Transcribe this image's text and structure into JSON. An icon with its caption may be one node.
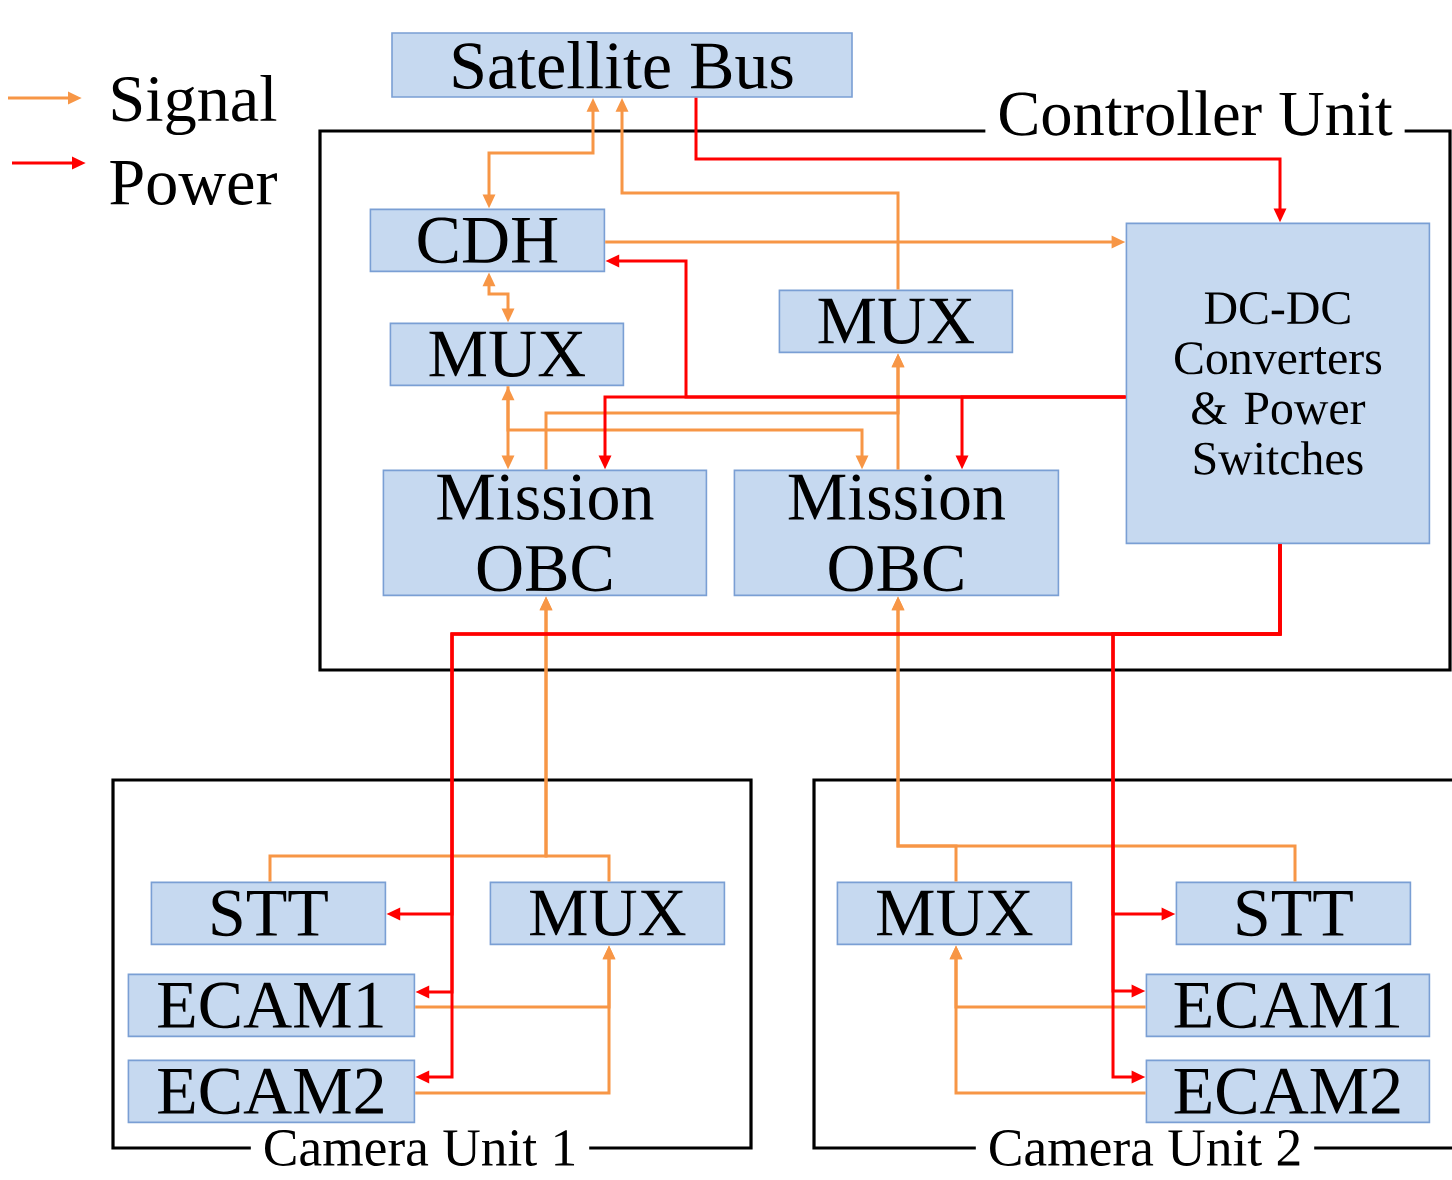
{
  "diagram": {
    "nodes": [
      {
        "text": [
          "Controller Unit"
        ]
      },
      {
        "text": [
          "Satellite Bus"
        ]
      },
      {
        "text": [
          "CDH"
        ],
        "in": 0
      },
      {
        "text": [
          "MUX"
        ],
        "in": 0
      },
      {
        "text": [
          "MUX"
        ],
        "in": 0
      },
      {
        "text": [
          "DC-DC Converters & Power Switches"
        ],
        "in": 0
      },
      {
        "text": [
          "Mission OBC"
        ],
        "in": 0
      },
      {
        "text": [
          "Mission OBC"
        ],
        "in": 0
      },
      {
        "text": [
          "Camera Unit 1"
        ]
      },
      {
        "text": [
          "STT"
        ],
        "in": 8
      },
      {
        "text": [
          "MUX"
        ],
        "in": 8
      },
      {
        "text": [
          "ECAM1"
        ],
        "in": 8
      },
      {
        "text": [
          "ECAM2"
        ],
        "in": 8
      },
      {
        "text": [
          "Camera Unit 2"
        ]
      },
      {
        "text": [
          "MUX"
        ],
        "in": 13
      },
      {
        "text": [
          "STT"
        ],
        "in": 13
      },
      {
        "text": [
          "ECAM1"
        ],
        "in": 13
      },
      {
        "text": [
          "ECAM2"
        ],
        "in": 13
      }
    ],
    "edges": [
      {
        "from": 2,
        "to": 1,
        "arrow": "both"
      },
      {
        "from": 2,
        "to": 3,
        "arrow": "both"
      },
      {
        "from": 4,
        "to": 1,
        "arrow": "to"
      },
      {
        "from": 2,
        "to": 5,
        "arrow": "to"
      },
      {
        "from": 3,
        "to": 6,
        "arrow": "both"
      },
      {
        "from": 3,
        "to": 7,
        "arrow": "to"
      },
      {
        "from": 6,
        "to": 4,
        "arrow": "to"
      },
      {
        "from": 7,
        "to": 4,
        "arrow": "to"
      },
      {
        "from": 9,
        "to": 6,
        "arrow": "to"
      },
      {
        "from": 10,
        "to": 6,
        "arrow": "to"
      },
      {
        "from": 11,
        "to": 10,
        "arrow": "to"
      },
      {
        "from": 12,
        "to": 10,
        "arrow": "to"
      },
      {
        "from": 14,
        "to": 7,
        "arrow": "to"
      },
      {
        "from": 15,
        "to": 7,
        "arrow": "to"
      },
      {
        "from": 16,
        "to": 14,
        "arrow": "to"
      },
      {
        "from": 17,
        "to": 14,
        "arrow": "to"
      },
      {
        "from": 1,
        "to": 5,
        "arrow": "to",
        "color": "#ff0000"
      },
      {
        "from": 5,
        "to": 2,
        "arrow": "to",
        "color": "#ff0000"
      },
      {
        "from": 5,
        "to": 6,
        "arrow": "to",
        "color": "#ff0000"
      },
      {
        "from": 5,
        "to": 7,
        "arrow": "to",
        "color": "#ff0000"
      },
      {
        "from": 5,
        "to": 9,
        "arrow": "to",
        "color": "#ff0000"
      },
      {
        "from": 5,
        "to": 11,
        "arrow": "to",
        "color": "#ff0000"
      },
      {
        "from": 5,
        "to": 12,
        "arrow": "to",
        "color": "#ff0000"
      },
      {
        "from": 5,
        "to": 15,
        "arrow": "to",
        "color": "#ff0000"
      },
      {
        "from": 5,
        "to": 16,
        "arrow": "to",
        "color": "#ff0000"
      },
      {
        "from": 5,
        "to": 17,
        "arrow": "to",
        "color": "#ff0000"
      }
    ],
    "legend": [
      {
        "text": "Signal"
      },
      {
        "text": "Power"
      }
    ]
  }
}
